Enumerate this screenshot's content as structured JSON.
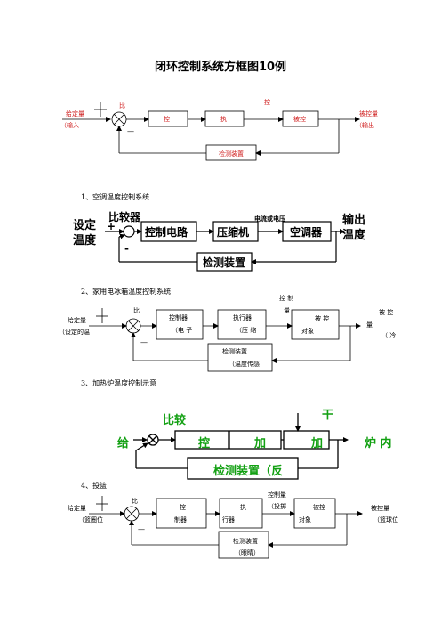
{
  "title": "闭环控制系统方框图10例",
  "d1": {
    "given_label": "给定量",
    "given_sub": "（输入",
    "comparator_label": "比",
    "controller": "控",
    "actuator": "执",
    "top_label": "控",
    "plant": "被控",
    "output_label": "被控量",
    "output_sub": "（输出",
    "feedback": "检测装置",
    "minus": "—"
  },
  "d2": {
    "section": "1、空调温度控制系统",
    "input_label_1": "设定",
    "input_label_2": "温度",
    "comparator_label": "比较器",
    "plus": "+",
    "minus": "-",
    "controller": "控制电路",
    "compressor": "压缩机",
    "signal_label": "电流或电压",
    "plant": "空调器",
    "output_label_1": "输出",
    "output_label_2": "温度",
    "feedback": "检测装置"
  },
  "d3": {
    "section": "2、家用电冰箱温度控制系统",
    "given_label": "给定量",
    "given_sub": "（设定的温",
    "comparator_label": "比",
    "controller_1": "控制器",
    "controller_2": "（电  子",
    "actuator_1": "执行器",
    "actuator_2": "（压 缩",
    "top_label_1": "控 制",
    "top_label_2": "量",
    "plant_1": "被  控",
    "plant_2": "对象",
    "output_label": "被 控",
    "output_sub_1": "量",
    "output_sub_2": "（ 冷",
    "feedback_1": "检测装置",
    "feedback_2": "（温度传感",
    "minus": "—"
  },
  "d4": {
    "section": "3、加热炉温度控制示意",
    "comparator_label": "比较",
    "disturbance_label": "干",
    "given_label": "给",
    "controller": "控",
    "actuator": "加",
    "plant": "加",
    "output_label": "炉 内",
    "feedback": "检测装置（反"
  },
  "d5": {
    "section": "4、投篮",
    "given_label": "给定量",
    "given_sub": "（篮圈位",
    "comparator_label": "比",
    "controller_1": "控",
    "controller_2": "制器",
    "actuator_1": "执",
    "actuator_2": "行器",
    "top_label_1": "控制量",
    "top_label_2": "（投掷",
    "plant_1": "被控",
    "plant_2": "对象",
    "output_label": "被控量",
    "output_sub": "（篮球位",
    "feedback_1": "检测装置",
    "feedback_2": "（眼睛）",
    "minus": "—"
  }
}
